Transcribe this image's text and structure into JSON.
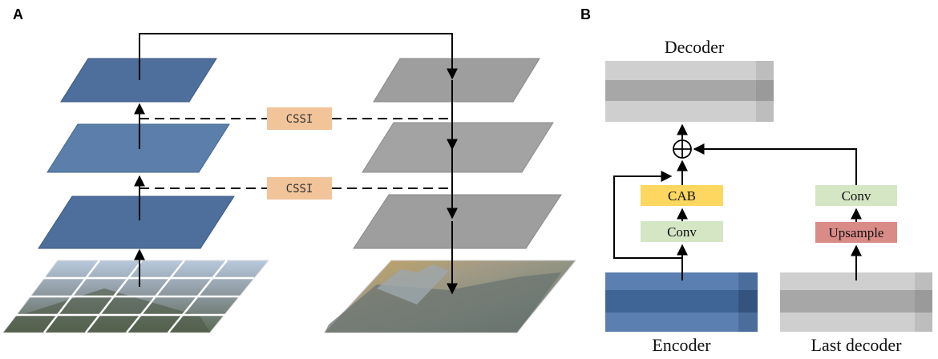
{
  "panels": {
    "a": "A",
    "b": "B"
  },
  "cssi": {
    "top": "CSSI",
    "bottom": "CSSI"
  },
  "panel_b": {
    "decoder": "Decoder",
    "encoder": "Encoder",
    "last_decoder": "Last decoder",
    "cab": "CAB",
    "conv_left": "Conv",
    "conv_right": "Conv",
    "upsample": "Upsample"
  },
  "colors": {
    "encoder_blue": "#4e6f9c",
    "decoder_gray": "#9e9e9e",
    "cssi_orange": "#f2c49a",
    "cab_yellow": "#fdd760",
    "conv_green": "#d4e6c4",
    "upsample_red": "#d98b87"
  }
}
